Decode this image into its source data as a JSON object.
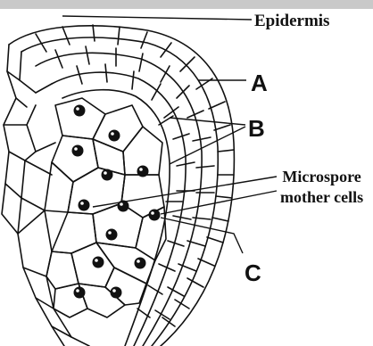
{
  "labels": {
    "epidermis": "Epidermis",
    "a": "A",
    "b": "B",
    "microspore_line1": "Microspore",
    "microspore_line2": "mother cells",
    "c": "C"
  },
  "colors": {
    "ink": "#111111",
    "header_bar": "#c9c9c9",
    "paper": "#ffffff"
  }
}
